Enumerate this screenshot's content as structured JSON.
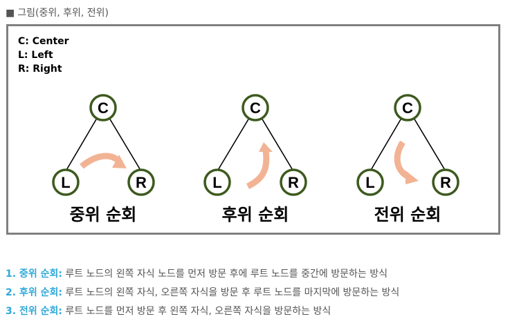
{
  "caption": "그림(중위, 후위, 전위)",
  "legend": [
    "C: Center",
    "L: Left",
    "R: Right"
  ],
  "trees": [
    {
      "title": "중위 순회",
      "center": "C",
      "left": "L",
      "right": "R"
    },
    {
      "title": "후위 순회",
      "center": "C",
      "left": "L",
      "right": "R"
    },
    {
      "title": "전위 순회",
      "center": "C",
      "left": "L",
      "right": "R"
    }
  ],
  "notes": [
    {
      "label": "1. 중위 순회:",
      "text": "루트 노드의 왼쪽 자식 노드를 먼저 방문 후에 루트 노드를 중간에 방문하는 방식"
    },
    {
      "label": "2. 후위 순회:",
      "text": "루트 노드의 왼쪽 자식, 오른쪽 자식을 방문 후 루트 노드를 마지막에 방문하는 방식"
    },
    {
      "label": "3. 전위 순회:",
      "text": "루트 노드를 먼저 방문 후 왼쪽 자식, 오른쪽 자식을 방문하는 방식"
    }
  ],
  "colors": {
    "node_border": "#3d5a1e",
    "arrow": "#f2b394",
    "highlight": "#2ea8d8"
  }
}
